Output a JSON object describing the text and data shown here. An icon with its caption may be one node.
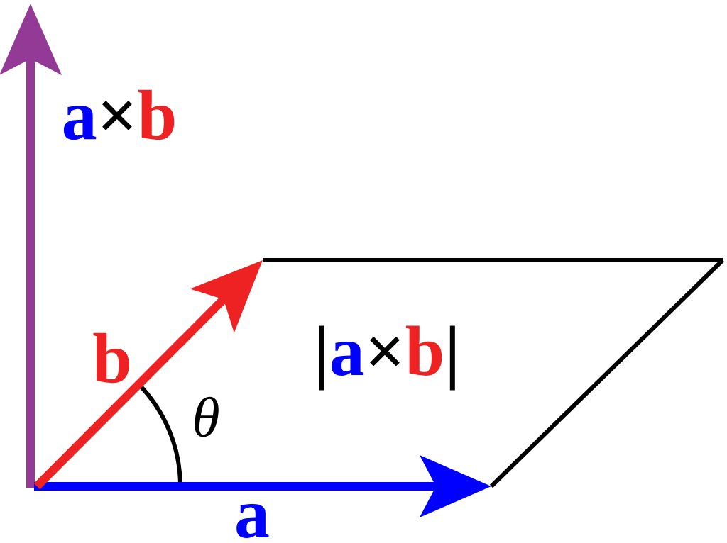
{
  "diagram": {
    "labels": [
      "a",
      "×",
      "b",
      "b",
      "|",
      "a",
      "×",
      "b",
      "|",
      "θ",
      "a"
    ]
  }
}
